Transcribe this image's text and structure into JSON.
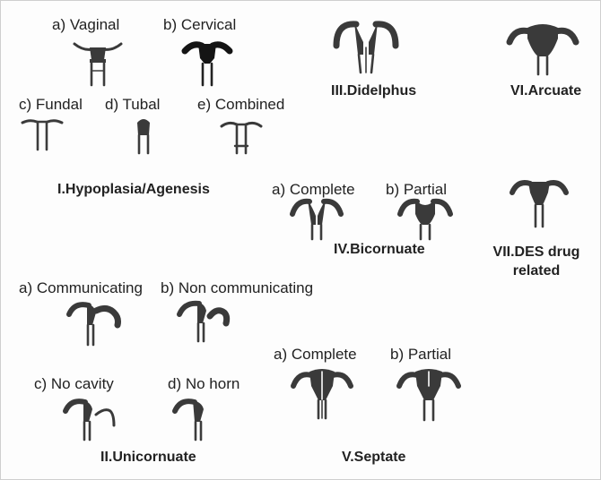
{
  "groups": {
    "hypoplasia": {
      "title": "I.Hypoplasia/Agenesis",
      "labels": [
        "a) Vaginal",
        "b) Cervical",
        "c) Fundal",
        "d) Tubal",
        "e) Combined"
      ]
    },
    "unicornuate": {
      "title": "II.Unicornuate",
      "labels": [
        "a) Communicating",
        "b) Non communicating",
        "c) No cavity",
        "d) No horn"
      ]
    },
    "didelphus": {
      "title": "III.Didelphus"
    },
    "bicornuate": {
      "title": "IV.Bicornuate",
      "labels": [
        "a) Complete",
        "b) Partial"
      ]
    },
    "septate": {
      "title": "V.Septate",
      "labels": [
        "a) Complete",
        "b) Partial"
      ]
    },
    "arcuate": {
      "title": "VI.Arcuate"
    },
    "des": {
      "title_line1": "VII.DES drug",
      "title_line2": "related"
    }
  }
}
